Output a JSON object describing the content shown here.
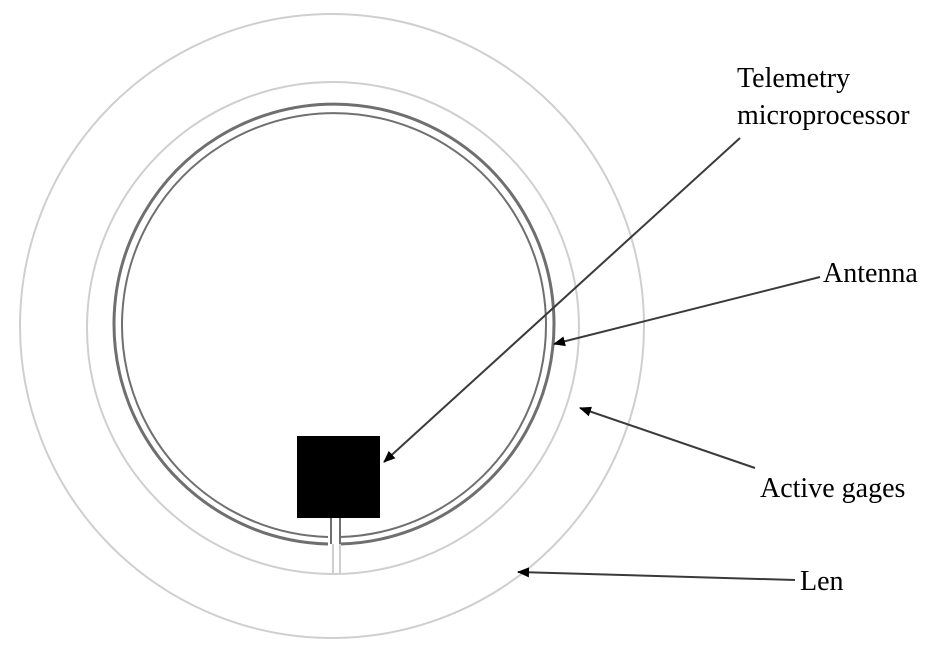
{
  "labels": {
    "telemetry_line1": "Telemetry",
    "telemetry_line2": "microprocessor",
    "antenna": "Antenna",
    "active_gages": "Active gages",
    "len": "Len"
  },
  "colors": {
    "lens_ring": "#cfcfcf",
    "gage_ring": "#cfcfcf",
    "antenna": "#6f6f6f",
    "chip": "#000000",
    "arrow": "#3a3a3a"
  }
}
